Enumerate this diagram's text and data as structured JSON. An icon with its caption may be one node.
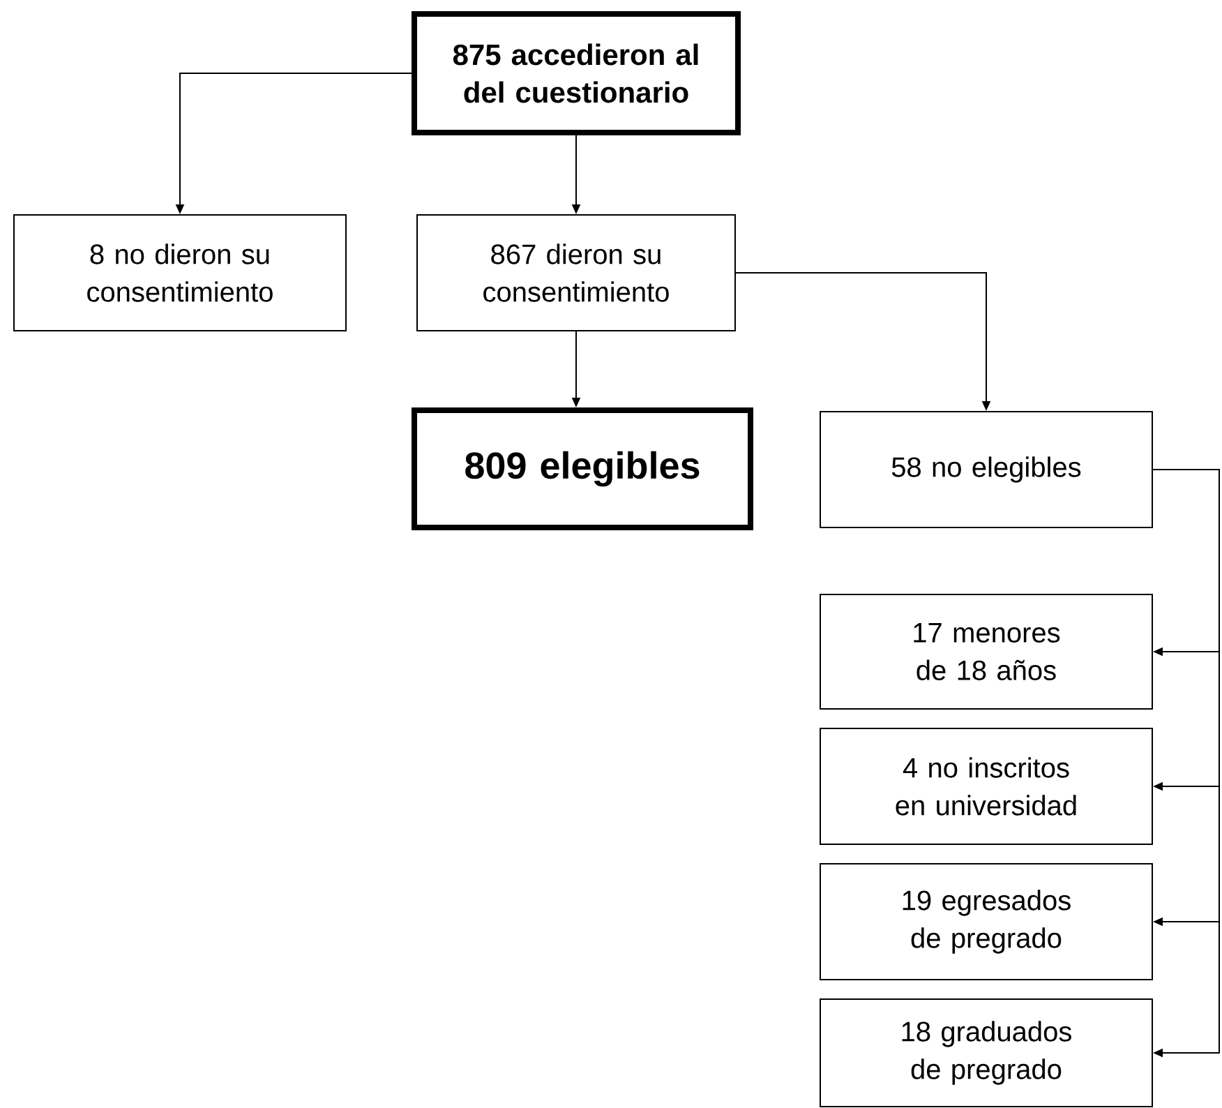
{
  "diagram": {
    "nodes": [
      {
        "text": [
          "875 accedieron al del cuestionario"
        ]
      },
      {
        "text": [
          "8 no dieron su consentimiento"
        ]
      },
      {
        "text": [
          "867 dieron su consentimiento"
        ]
      },
      {
        "text": [
          "809 elegibles"
        ]
      },
      {
        "text": [
          "58 no elegibles"
        ]
      },
      {
        "text": [
          "17 menores de 18 años"
        ]
      },
      {
        "text": [
          "4 no inscritos en universidad"
        ]
      },
      {
        "text": [
          "19 egresados de pregrado"
        ]
      },
      {
        "text": [
          "18 graduados de pregrado"
        ]
      }
    ],
    "edges": [
      {
        "from": 0,
        "to": 1,
        "arrow": "to"
      },
      {
        "from": 0,
        "to": 2,
        "arrow": "to"
      },
      {
        "from": 2,
        "to": 3,
        "arrow": "to"
      },
      {
        "from": 2,
        "to": 4,
        "arrow": "to"
      },
      {
        "from": 4,
        "to": 5,
        "arrow": "to"
      },
      {
        "from": 4,
        "to": 6,
        "arrow": "to"
      },
      {
        "from": 4,
        "to": 7,
        "arrow": "to"
      },
      {
        "from": 4,
        "to": 8,
        "arrow": "to"
      }
    ]
  }
}
